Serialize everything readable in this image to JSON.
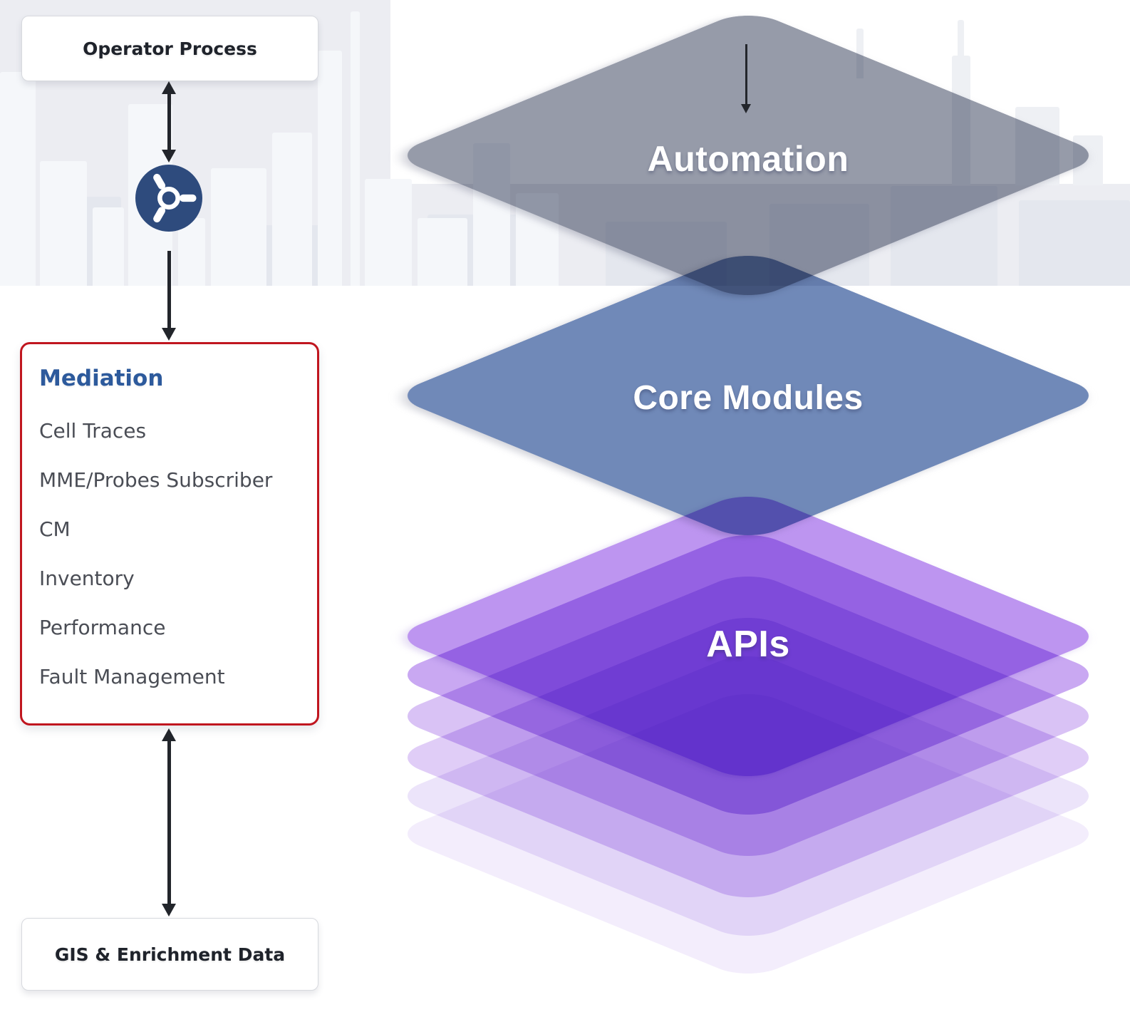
{
  "flow_column": {
    "operator_process": {
      "label": "Operator Process"
    },
    "mediation": {
      "title": "Mediation",
      "items": [
        "Cell Traces",
        "MME/Probes Subscriber",
        "CM",
        "Inventory",
        "Performance",
        "Fault Management"
      ],
      "border_color": "#c0161f",
      "title_color": "#2d5a9c"
    },
    "gis": {
      "label": "GIS & Enrichment Data"
    },
    "fan_icon_color": "#2e4b7d",
    "arrow_color": "#22252b"
  },
  "layer_stack": {
    "automation": {
      "label": "Automation",
      "color": "#969ba9"
    },
    "core_modules": {
      "label": "Core Modules",
      "color": "#7089b8"
    },
    "apis": {
      "label": "APIs",
      "stack_colors": [
        "#bd95f0",
        "#c9a8f2",
        "#d9c2f5",
        "#e0cdf7",
        "#ece4fa",
        "#f3edfc"
      ]
    }
  },
  "background": {
    "band_color": "#ecedf2",
    "skyline_front_color": "#f5f7fa",
    "skyline_back_color": "#e4e7ee",
    "skyline_faint_color": "#eef0f4"
  }
}
